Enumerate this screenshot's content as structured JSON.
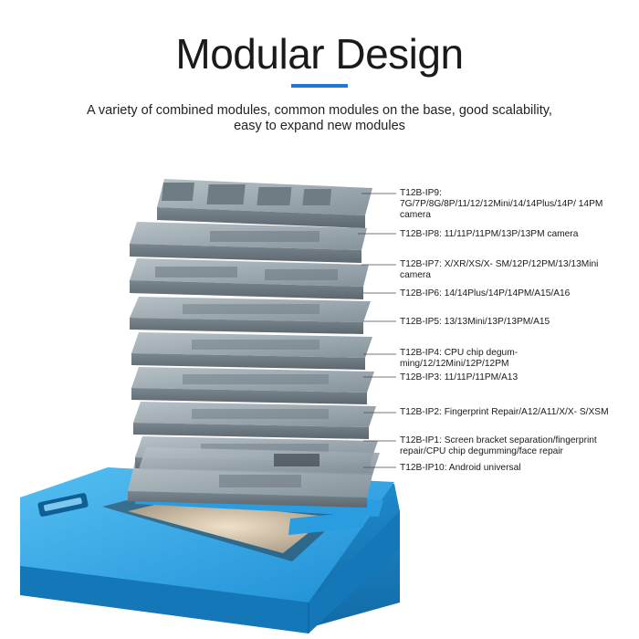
{
  "header": {
    "title": "Modular Design",
    "subtitle_line1": "A variety of combined modules, common modules on the base, good scalability,",
    "subtitle_line2": "easy to expand new modules",
    "accent_color": "#1e78d2"
  },
  "product": {
    "base_color": "#2fa6e8",
    "plate_color": "#8e9ba3"
  },
  "modules": [
    {
      "id": "ip9",
      "label": "T12B-IP9: 7G/7P/8G/8P/11/12/12Mini/14/14Plus/14P/ 14PM camera"
    },
    {
      "id": "ip8",
      "label": "T12B-IP8: 11/11P/11PM/13P/13PM camera"
    },
    {
      "id": "ip7",
      "label": "T12B-IP7: X/XR/XS/X- SM/12P/12PM/13/13Mini camera"
    },
    {
      "id": "ip6",
      "label": "T12B-IP6: 14/14Plus/14P/14PM/A15/A16"
    },
    {
      "id": "ip5",
      "label": "T12B-IP5: 13/13Mini/13P/13PM/A15"
    },
    {
      "id": "ip4",
      "label": "T12B-IP4: CPU chip degum- ming/12/12Mini/12P/12PM"
    },
    {
      "id": "ip3",
      "label": "T12B-IP3: 11/11P/11PM/A13"
    },
    {
      "id": "ip2",
      "label": "T12B-IP2: Fingerprint Repair/A12/A11/X/X- S/XSM"
    },
    {
      "id": "ip1",
      "label": "T12B-IP1: Screen bracket separation/fingerprint repair/CPU chip degumming/face repair"
    },
    {
      "id": "ip10",
      "label": "T12B-IP10: Android universal"
    }
  ]
}
